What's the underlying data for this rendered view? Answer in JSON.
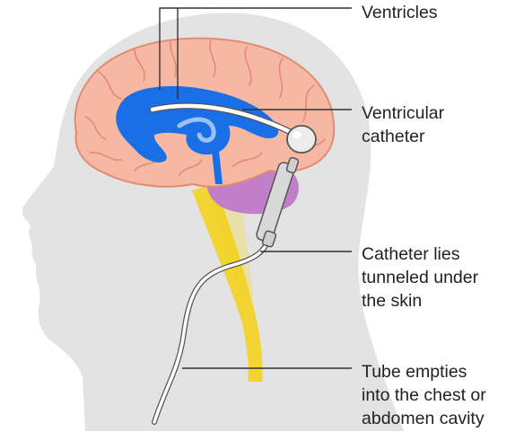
{
  "labels": {
    "ventricles": "Ventricles",
    "ventricular_catheter": "Ventricular\ncatheter",
    "tunneled": "Catheter lies\ntunneled under\nthe skin",
    "tube_empties": "Tube empties\ninto the chest or\nabdomen cavity"
  },
  "colors": {
    "head": "#e3e3e3",
    "brain": "#f7b8a3",
    "brain_outline": "#e08b72",
    "ventricles": "#1a6fe6",
    "cerebellum": "#c07fc8",
    "brainstem": "#e8e0a8",
    "spinal_cord": "#f3d21e",
    "catheter": "#ffffff",
    "leader_lines": "#333333"
  }
}
